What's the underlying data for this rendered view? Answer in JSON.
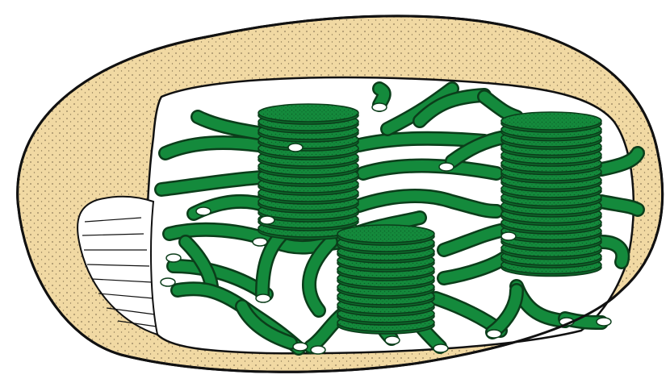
{
  "figure": {
    "colors": {
      "envelope": "#f1d9a3",
      "outline": "#111111",
      "stroma": "#ffffff",
      "membrane": "#148a3c",
      "membrane_dark": "#0d6b2c",
      "stipple": "#3b2e1a"
    },
    "icons": {
      "envelope": "stippled-outer-envelope",
      "granum": "stacked-thylakoid-discs",
      "tubule": "branching-stroma-lamellae"
    }
  }
}
